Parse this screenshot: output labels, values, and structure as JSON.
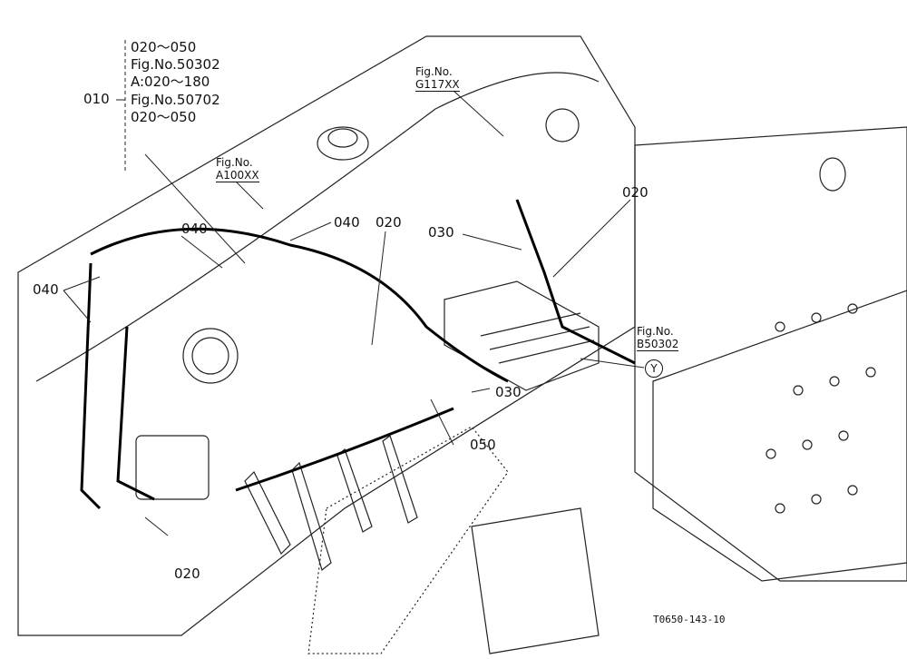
{
  "callouts": {
    "group_ref": "010",
    "group_lines": [
      "020～050",
      "Fig.No.50302",
      "A:020～180",
      "Fig.No.50702",
      "020～050"
    ],
    "fig_a100": [
      "Fig.No.",
      "A100XX"
    ],
    "fig_g117": [
      "Fig.No.",
      "G117XX"
    ],
    "fig_b503": [
      "Fig.No.",
      "B50302"
    ],
    "connector_y": "Y",
    "labels": {
      "c040_a": "040",
      "c040_b": "040",
      "c040_c": "040",
      "c020_a": "020",
      "c020_b": "020",
      "c020_c": "020",
      "c030_a": "030",
      "c030_b": "030",
      "c050": "050"
    }
  },
  "drawing_code": "T0650-143-10"
}
